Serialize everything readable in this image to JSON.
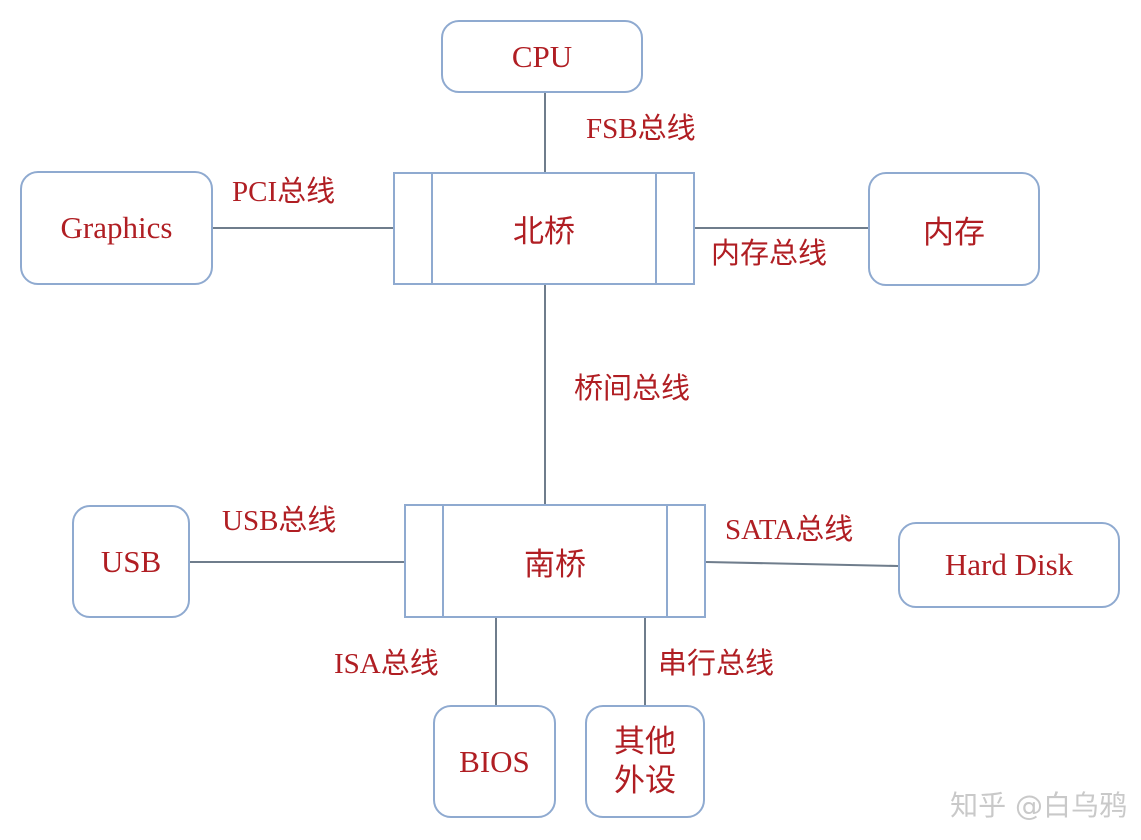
{
  "nodes": {
    "cpu": "CPU",
    "graphics": "Graphics",
    "memory": "内存",
    "usb": "USB",
    "hard_disk": "Hard Disk",
    "bios": "BIOS",
    "other_line1": "其他",
    "other_line2": "外设"
  },
  "bridges": {
    "north": "北桥",
    "south": "南桥"
  },
  "buses": {
    "fsb": "FSB总线",
    "pci": "PCI总线",
    "memory_bus": "内存总线",
    "inter_bridge": "桥间总线",
    "usb_bus": "USB总线",
    "sata": "SATA总线",
    "isa": "ISA总线",
    "serial": "串行总线"
  },
  "watermark": "知乎 @白乌鸦",
  "colors": {
    "text": "#b01e23",
    "border": "#8faad0",
    "line": "#6f7d8c",
    "watermark": "#c9c9c9"
  }
}
